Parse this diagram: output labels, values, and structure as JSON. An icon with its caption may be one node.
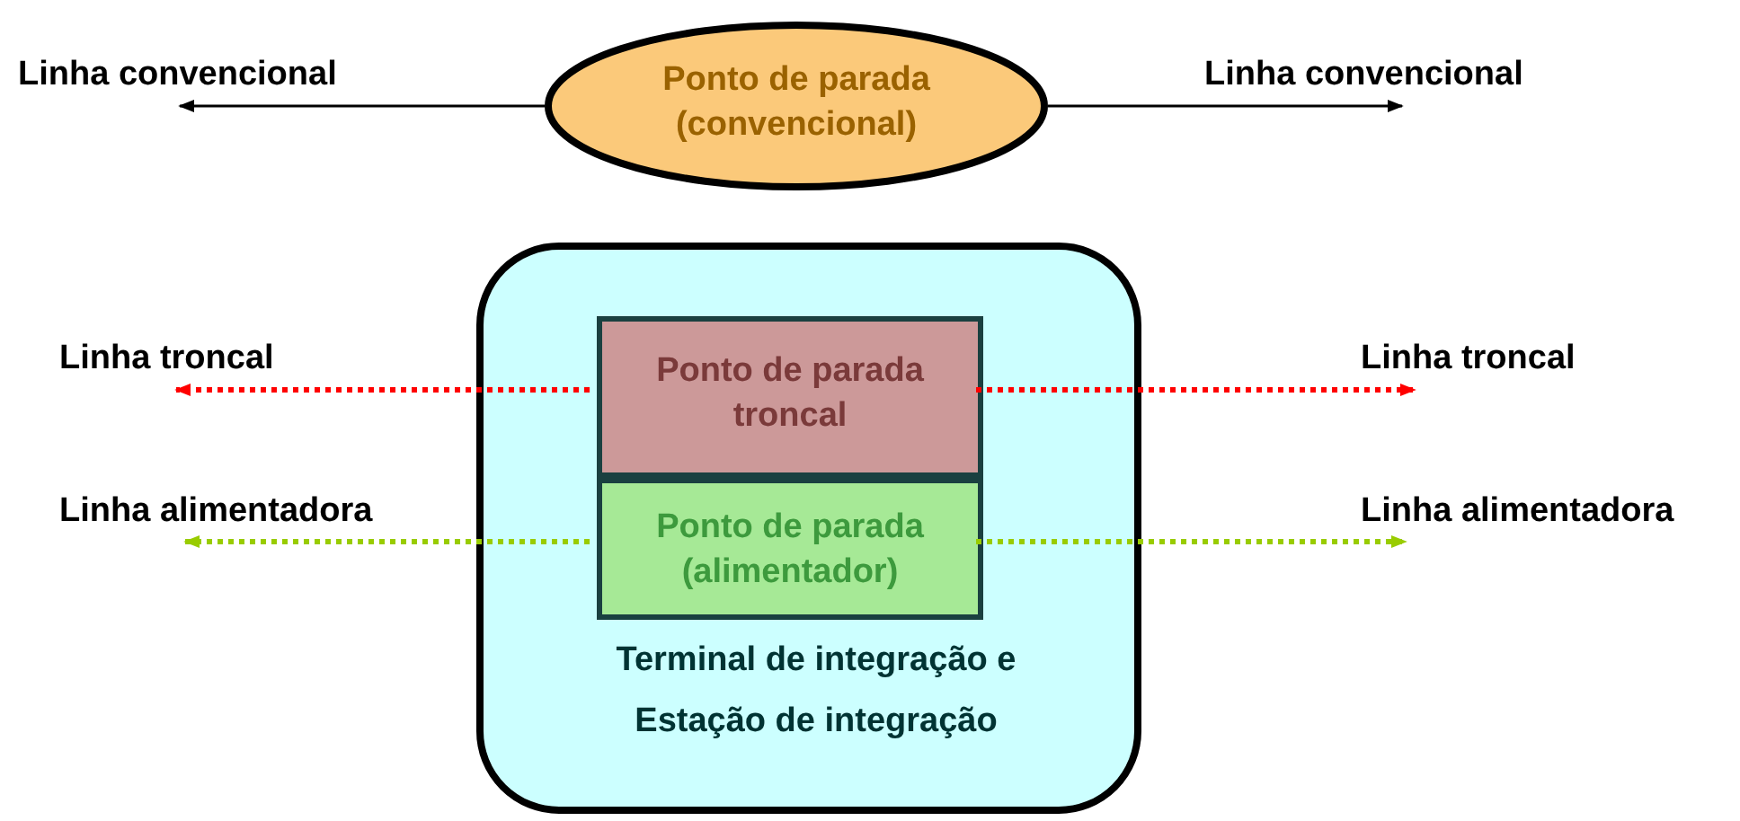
{
  "diagram": {
    "nodes": [
      {
        "text": [
          "Ponto de parada (convencional)"
        ]
      },
      {
        "text": [
          "Terminal de integração e Estação de integração"
        ]
      },
      {
        "text": [
          "Ponto de parada troncal"
        ],
        "in": 1
      },
      {
        "text": [
          "Ponto de parada (alimentador)"
        ],
        "in": 1
      },
      {
        "text": [
          "Linha convencional"
        ]
      },
      {
        "text": [
          "Linha convencional"
        ]
      },
      {
        "text": [
          "Linha troncal"
        ]
      },
      {
        "text": [
          "Linha troncal"
        ]
      },
      {
        "text": [
          "Linha alimentadora"
        ]
      },
      {
        "text": [
          "Linha alimentadora"
        ]
      }
    ],
    "edges": [
      {
        "from": 0,
        "to": 4,
        "arrow": "to"
      },
      {
        "from": 0,
        "to": 5,
        "arrow": "to"
      },
      {
        "from": 2,
        "to": 6,
        "arrow": "to",
        "style": "dashed",
        "color": "#ff0000"
      },
      {
        "from": 2,
        "to": 7,
        "arrow": "to",
        "style": "dashed",
        "color": "#ff0000"
      },
      {
        "from": 3,
        "to": 8,
        "arrow": "to",
        "style": "dashed",
        "color": "#99cc00"
      },
      {
        "from": 3,
        "to": 9,
        "arrow": "to",
        "style": "dashed",
        "color": "#99cc00"
      }
    ]
  }
}
